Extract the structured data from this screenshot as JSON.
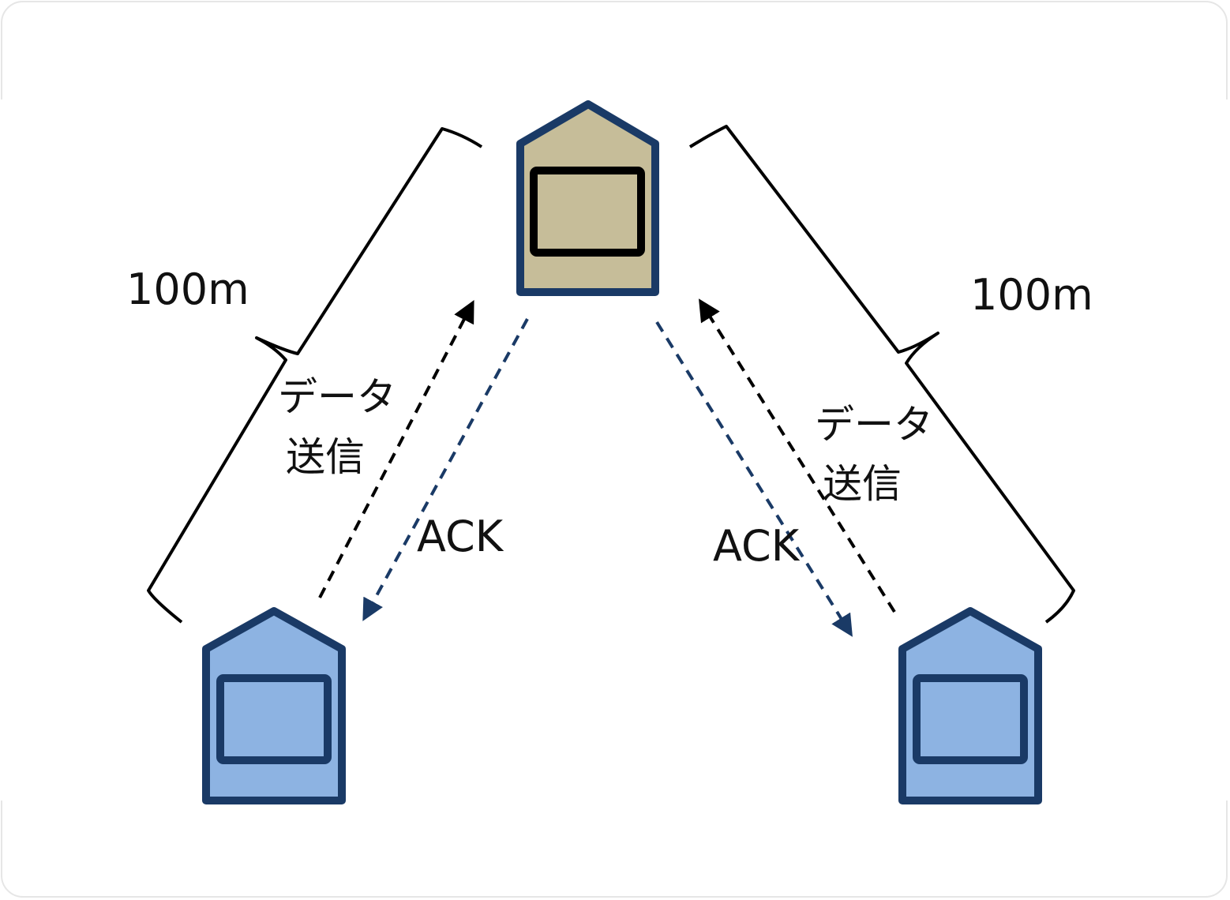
{
  "diagram": {
    "title": "",
    "colors": {
      "node_outline": "#1a3a66",
      "gateway_fill": "#c6bd99",
      "terminal_fill": "#8db3e2",
      "screen_outline_gateway": "#000000",
      "data_arrow": "#000000",
      "ack_arrow": "#1a3a66",
      "brace": "#000000",
      "frame_border": "#e6e6e6"
    },
    "nodes": [
      {
        "id": "gateway",
        "role": "center",
        "kind": "base-station-icon"
      },
      {
        "id": "terminal-left",
        "role": "left",
        "kind": "terminal-icon"
      },
      {
        "id": "terminal-right",
        "role": "right",
        "kind": "terminal-icon"
      }
    ],
    "distances": {
      "left": "100m",
      "right": "100m"
    },
    "links": {
      "left": {
        "data_label_line1": "データ",
        "data_label_line2": "送信",
        "ack_label": "ACK"
      },
      "right": {
        "data_label_line1": "データ",
        "data_label_line2": "送信",
        "ack_label": "ACK"
      }
    }
  }
}
